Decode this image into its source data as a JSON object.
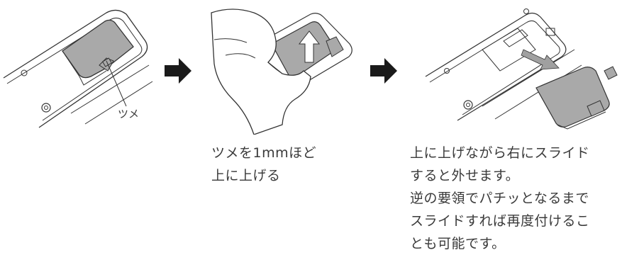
{
  "steps": [
    {
      "callout_label": "ツメ"
    },
    {
      "caption_lines": [
        "ツメを1mmほど",
        "上に上げる"
      ]
    },
    {
      "caption_lines": [
        "上に上げながら右にスライド",
        "すると外せます。",
        "逆の要領でパチッとなるまで",
        "スライドすれば再度付けるこ",
        "とも可能です。"
      ]
    }
  ],
  "colors": {
    "line": "#333333",
    "cover_fill": "#a9a9a9",
    "body_fill": "#ffffff",
    "arrow_fill": "#1a1a1a",
    "slide_arrow_fill": "#a0a0a0"
  },
  "icons": [
    "right-arrow-icon",
    "up-arrow-icon",
    "slide-arrow-icon"
  ]
}
